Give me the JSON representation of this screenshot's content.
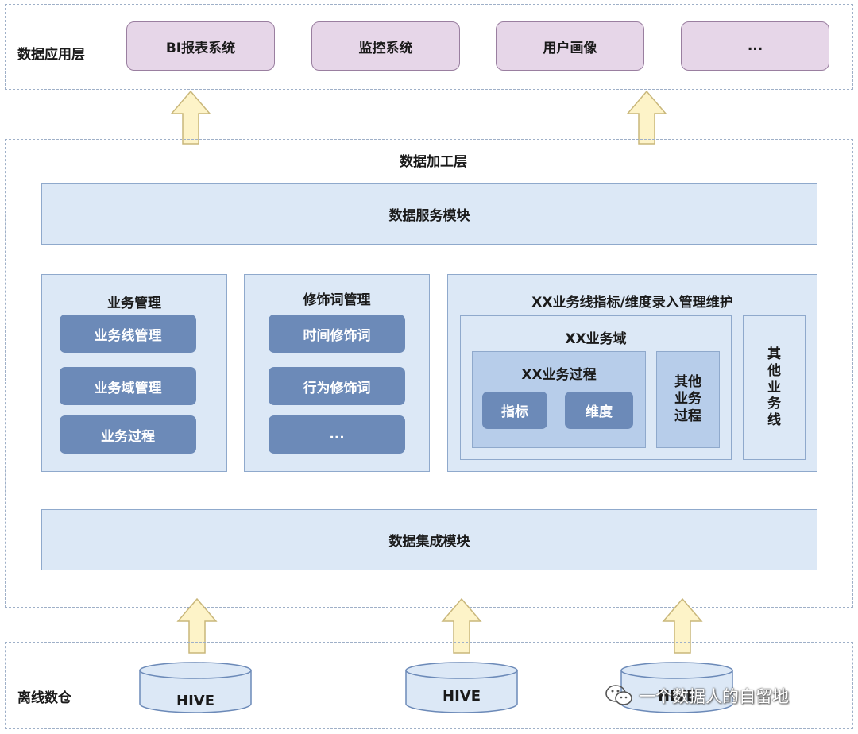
{
  "app_layer": {
    "label": "数据应用层",
    "items": [
      "BI报表系统",
      "监控系统",
      "用户画像",
      "..."
    ]
  },
  "processing_layer": {
    "label": "数据加工层",
    "service_module": "数据服务模块",
    "integration_module": "数据集成模块",
    "business_mgmt": {
      "title": "业务管理",
      "items": [
        "业务线管理",
        "业务域管理",
        "业务过程"
      ]
    },
    "modifier_mgmt": {
      "title": "修饰词管理",
      "items": [
        "时间修饰词",
        "行为修饰词",
        "..."
      ]
    },
    "metric_entry": {
      "title": "XX业务线指标/维度录入管理维护",
      "domain": {
        "title": "XX业务域",
        "process": {
          "title": "XX业务过程",
          "metric": "指标",
          "dimension": "维度"
        },
        "other_process": "其他\n业务\n过程"
      },
      "other_line": "其\n他\n业\n务\n线"
    }
  },
  "offline_layer": {
    "label": "离线数仓",
    "sources": [
      "HIVE",
      "HIVE",
      "HIVE"
    ]
  },
  "watermark": "一个数据人的自留地",
  "colors": {
    "app_fill": "#e6d6e8",
    "module_fill": "#dce8f6",
    "pill_fill": "#6c8ab8",
    "arrow_fill": "#fdf3c8"
  }
}
